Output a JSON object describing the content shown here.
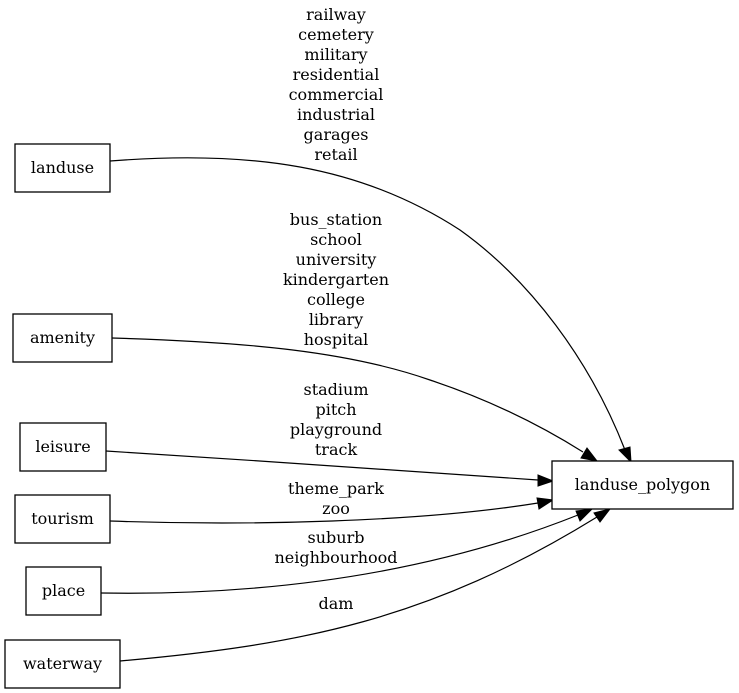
{
  "graph": {
    "target": {
      "id": "landuse_polygon",
      "label": "landuse_polygon"
    },
    "sources": [
      {
        "id": "landuse",
        "label": "landuse"
      },
      {
        "id": "amenity",
        "label": "amenity"
      },
      {
        "id": "leisure",
        "label": "leisure"
      },
      {
        "id": "tourism",
        "label": "tourism"
      },
      {
        "id": "place",
        "label": "place"
      },
      {
        "id": "waterway",
        "label": "waterway"
      }
    ],
    "edges": [
      {
        "from": "landuse",
        "to": "landuse_polygon",
        "labels": [
          "railway",
          "cemetery",
          "military",
          "residential",
          "commercial",
          "industrial",
          "garages",
          "retail"
        ]
      },
      {
        "from": "amenity",
        "to": "landuse_polygon",
        "labels": [
          "bus_station",
          "school",
          "university",
          "kindergarten",
          "college",
          "library",
          "hospital"
        ]
      },
      {
        "from": "leisure",
        "to": "landuse_polygon",
        "labels": [
          "stadium",
          "pitch",
          "playground",
          "track"
        ]
      },
      {
        "from": "tourism",
        "to": "landuse_polygon",
        "labels": [
          "theme_park",
          "zoo"
        ]
      },
      {
        "from": "place",
        "to": "landuse_polygon",
        "labels": [
          "suburb",
          "neighbourhood"
        ]
      },
      {
        "from": "waterway",
        "to": "landuse_polygon",
        "labels": [
          "dam"
        ]
      }
    ]
  }
}
